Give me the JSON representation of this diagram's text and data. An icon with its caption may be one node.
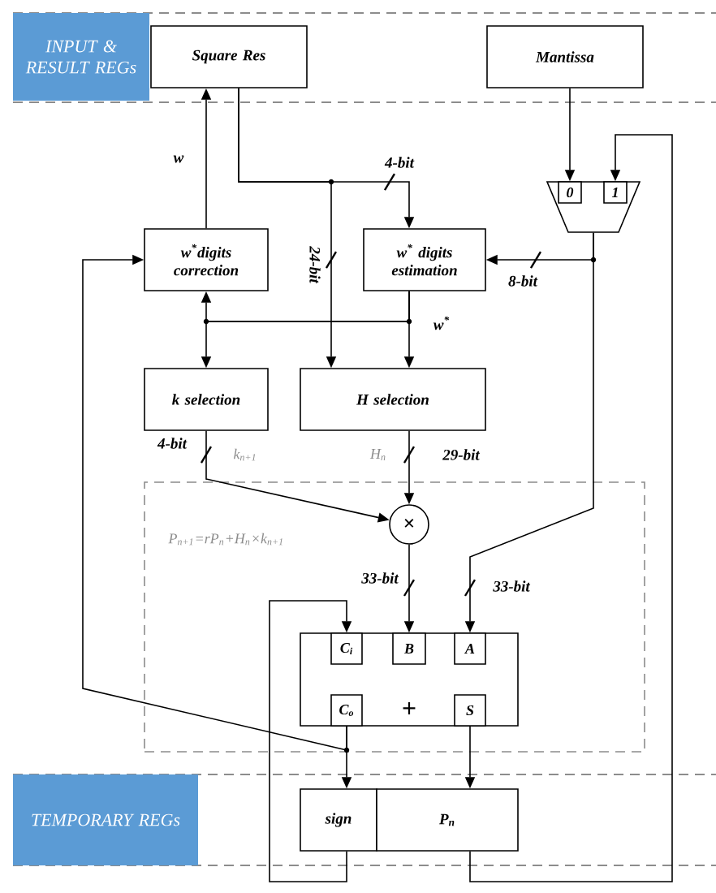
{
  "diagram": {
    "nodes": [
      {
        "text": [
          "INPUT & RESULT REGs"
        ]
      },
      {
        "text": [
          "Square Res"
        ]
      },
      {
        "text": [
          "Mantissa"
        ]
      },
      {
        "text": [],
        "shape": "trapezoid"
      },
      {
        "text": [
          "0"
        ],
        "in": 3
      },
      {
        "text": [
          "1"
        ],
        "in": 3
      },
      {
        "text": [
          "w$^{*}$digits correction"
        ]
      },
      {
        "text": [
          "w$^{*}$ digits estimation"
        ]
      },
      {
        "text": [
          "k selection"
        ]
      },
      {
        "text": [
          "H selection"
        ]
      },
      {
        "text": [
          "P$_{n+1}$=rP$_{n}$+H$_{n}$×k$_{n+1}$"
        ]
      },
      {
        "text": [
          "×"
        ],
        "in": 10
      },
      {
        "text": [
          "+"
        ],
        "in": 10
      },
      {
        "text": [
          "C$_{i}$"
        ],
        "in": 12
      },
      {
        "text": [
          "B"
        ],
        "in": 12
      },
      {
        "text": [
          "A"
        ],
        "in": 12
      },
      {
        "text": [
          "C$_{o}$"
        ],
        "in": 12
      },
      {
        "text": [
          "S"
        ],
        "in": 12
      },
      {
        "text": [
          "TEMPORARY REGs"
        ]
      },
      {
        "text": [
          "sign"
        ]
      },
      {
        "text": [
          "P$_{n}$"
        ]
      }
    ],
    "edges": [
      {
        "from": 6,
        "to": 1,
        "arrow": "to",
        "label": "w"
      },
      {
        "from": 1,
        "to": 7,
        "arrow": "to",
        "label": "4-bit"
      },
      {
        "from": 1,
        "to": 9,
        "arrow": "to",
        "label": "24-bit"
      },
      {
        "from": 2,
        "to": 4,
        "arrow": "to"
      },
      {
        "from": 3,
        "to": 7,
        "arrow": "to",
        "label": "8-bit"
      },
      {
        "from": 3,
        "to": 15,
        "arrow": "to",
        "label": "33-bit"
      },
      {
        "from": 7,
        "to": 6,
        "arrow": "to",
        "label": "w$^{*}$"
      },
      {
        "from": 7,
        "to": 8,
        "arrow": "to"
      },
      {
        "from": 7,
        "to": 9,
        "arrow": "to"
      },
      {
        "from": 8,
        "to": 11,
        "arrow": "to",
        "label": "4-bit"
      },
      {
        "from": 9,
        "to": 11,
        "arrow": "to",
        "label": "29-bit"
      },
      {
        "from": 11,
        "to": 14,
        "arrow": "to",
        "label": "33-bit"
      },
      {
        "from": 16,
        "to": 19,
        "arrow": "to"
      },
      {
        "from": 17,
        "to": 20,
        "arrow": "to"
      },
      {
        "from": 19,
        "to": 13,
        "arrow": "to"
      },
      {
        "from": 20,
        "to": 5,
        "arrow": "to"
      },
      {
        "from": 16,
        "to": 6,
        "arrow": "to"
      }
    ],
    "labels": [
      "k$_{n+1}$",
      "H$_{n}$"
    ]
  }
}
